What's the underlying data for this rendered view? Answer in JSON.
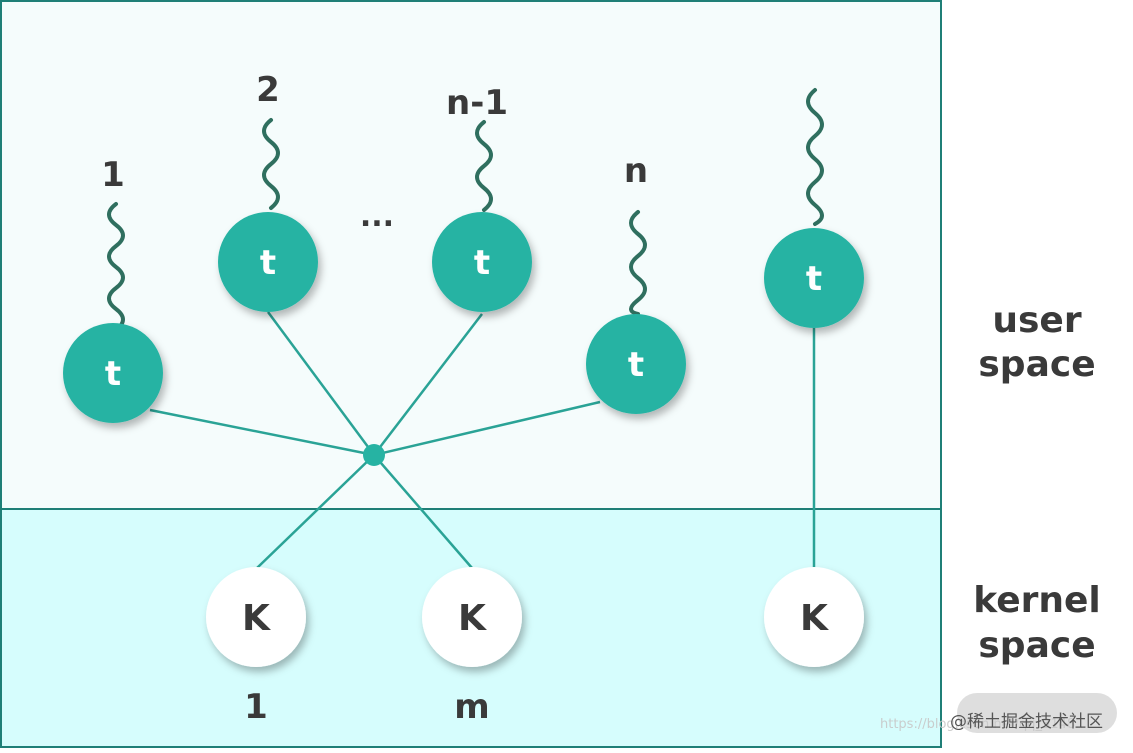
{
  "regions": {
    "user_label_line1": "user",
    "user_label_line2": "space",
    "kernel_label_line1": "kernel",
    "kernel_label_line2": "space"
  },
  "threads": [
    {
      "id": "thread-1",
      "glyph": "t",
      "label": "1"
    },
    {
      "id": "thread-2",
      "glyph": "t",
      "label": "2"
    },
    {
      "id": "thread-n-1",
      "glyph": "t",
      "label": "n-1"
    },
    {
      "id": "thread-n",
      "glyph": "t",
      "label": "n"
    },
    {
      "id": "thread-standalone",
      "glyph": "t",
      "label": ""
    }
  ],
  "ellipsis": "...",
  "kernel_threads": [
    {
      "id": "kernel-1",
      "glyph": "K",
      "label": "1"
    },
    {
      "id": "kernel-m",
      "glyph": "K",
      "label": "m"
    },
    {
      "id": "kernel-standalone",
      "glyph": "K",
      "label": ""
    }
  ],
  "watermark": {
    "text": "@稀土掘金技术社区",
    "faint_text": "https://blog.csdn.net/qq_3148..."
  },
  "colors": {
    "user_bg": "#f5fcfc",
    "kernel_bg": "#d6fdfd",
    "border": "#1f7f77",
    "thread_fill": "#26b3a3",
    "line": "#2aa396",
    "squiggle": "#2f6f5f",
    "kernel_fill": "#ffffff",
    "label": "#3a3a3a"
  }
}
